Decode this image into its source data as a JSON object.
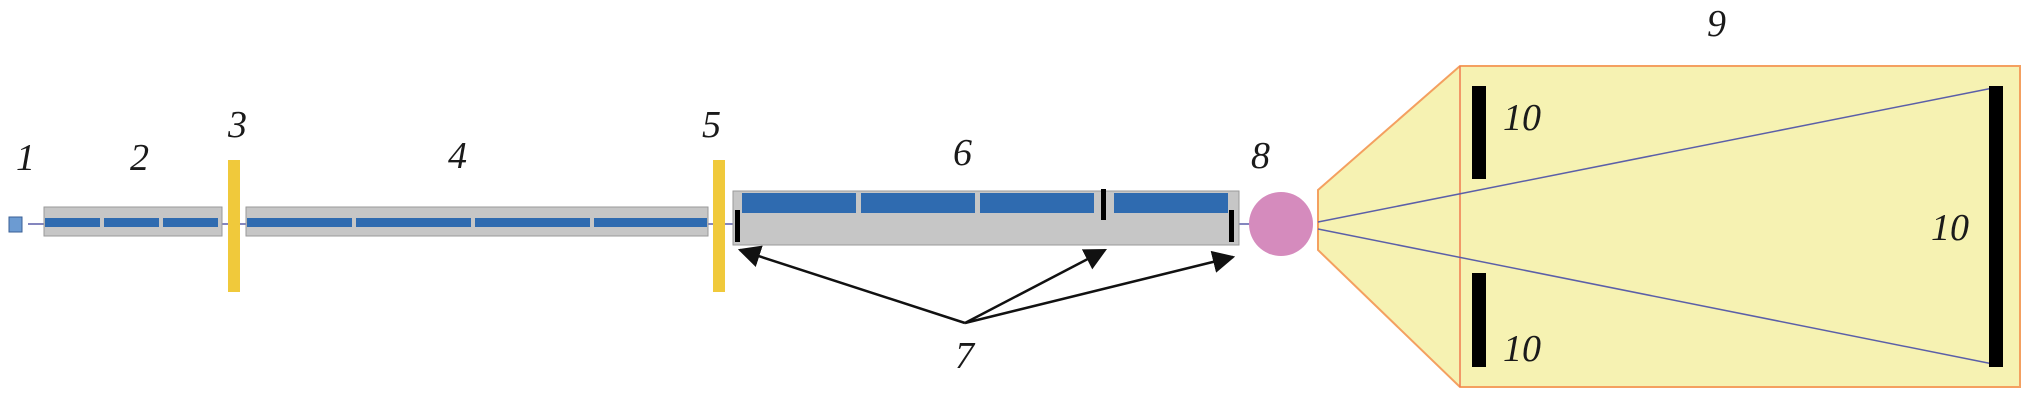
{
  "labels": {
    "l1": "1",
    "l2": "2",
    "l3": "3",
    "l4": "4",
    "l5": "5",
    "l6": "6",
    "l7": "7",
    "l8": "8",
    "l9": "9",
    "l10_top": "10",
    "l10_bottom": "10",
    "l10_right": "10"
  },
  "colors": {
    "module_housing": "#c6c6c6",
    "accelerating_section": "#2f6bb0",
    "gap_marker": "#ffffff",
    "separator_plate": "#f0c93b",
    "target_sphere": "#d58bbd",
    "detector_zone_fill": "#f6f2b2",
    "detector_zone_edge": "#f4a060",
    "beam_line": "#5b5fa8",
    "detector_bar": "#000000",
    "arrow": "#111111",
    "source_block": "#6c9bd2"
  }
}
